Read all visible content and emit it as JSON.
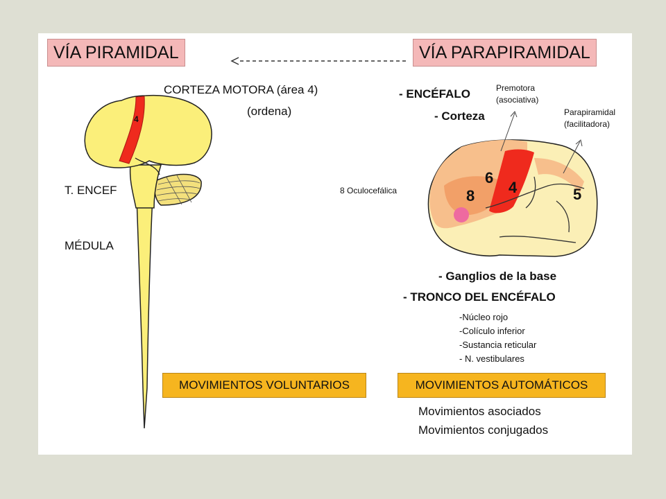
{
  "left": {
    "title": "VÍA PIRAMIDAL",
    "cortex_label": "CORTEZA MOTORA (área 4)",
    "cortex_sub": "(ordena)",
    "area_number": "4",
    "brainstem_label": "T. ENCEF",
    "spinal_label": "MÉDULA",
    "movement_box": "MOVIMIENTOS VOLUNTARIOS"
  },
  "right": {
    "title": "VÍA PARAPIRAMIDAL",
    "encephalon": "- ENCÉFALO",
    "cortex": "- Corteza",
    "premotor_line1": "Premotora",
    "premotor_line2": "(asociativa)",
    "parapyramidal_line1": "Parapiramidal",
    "parapyramidal_line2": "(facilitadora)",
    "oculocephalic": "8 Oculocefálica",
    "area_labels": [
      "6",
      "4",
      "8",
      "5"
    ],
    "basal_ganglia": "- Ganglios de la base",
    "brainstem": "- TRONCO DEL ENCÉFALO",
    "nuclei": [
      "-Núcleo rojo",
      "-Colículo inferior",
      "-Sustancia reticular",
      "- N. vestibulares"
    ],
    "movement_box": "MOVIMIENTOS AUTOMÁTICOS",
    "movements": [
      "Movimientos asociados",
      "Movimientos conjugados"
    ]
  },
  "colors": {
    "title_bg": "#f4b8b8",
    "box_bg": "#f6b51f",
    "brain_yellow": "#fbef7a",
    "motor_red": "#ef2a1d",
    "area_orange": "#f7bf8c"
  }
}
